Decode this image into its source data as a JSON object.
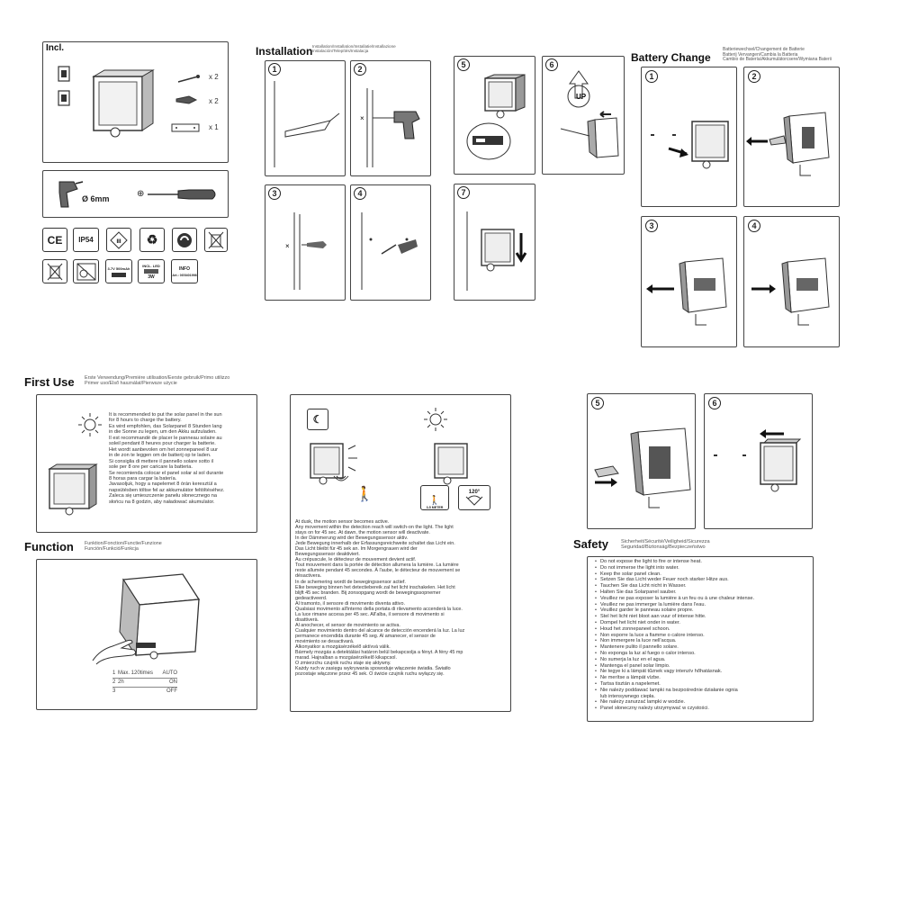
{
  "incl": {
    "title": "Incl.",
    "qty": [
      "x 2",
      "x 2",
      "x 1"
    ]
  },
  "tools": {
    "drill_size": "Ø 6mm"
  },
  "certs": {
    "row1": [
      "CE",
      "IP54",
      "III"
    ],
    "battery_label": "3.7V 500mAh",
    "incl_led_label": "INCL. LED",
    "incl_led_value": "3W",
    "info_label": "INFO",
    "info_value": "Art.: 0G5401998"
  },
  "installation": {
    "title": "Installation",
    "subtitle": "Installation/Installation/Installatie/Installazione\nInstalación/Telepítés/Instalacja",
    "steps": [
      "1",
      "2",
      "3",
      "4",
      "5",
      "6",
      "7"
    ],
    "up_label": "UP"
  },
  "battery": {
    "title": "Battery Change",
    "subtitle": "Batteriewechsel/Changement de Batterie\nBatterij Vervangen/Cambia la Batteria\nCambio de Batería/Akkumulátorcsere/Wymiana Baterii",
    "steps": [
      "1",
      "2",
      "3",
      "4",
      "5",
      "6"
    ]
  },
  "first_use": {
    "title": "First Use",
    "subtitle": "Erste Verwendung/Première utilisation/Eerste gebruik/Primo utilizzo\nPrimer uso/Első használat/Pierwsze użycie",
    "text": "It is recommended to put the solar panel in the sun\nfor 8 hours to charge the battery.\nEs wird empfohlen, das Solarpanel 8 Stunden lang\nin die Sonne zu legen, um den Akku aufzuladen.\nIl est recommandé de placer le panneau solaire au\nsoleil pendant 8 heures pour charger la batterie.\nHet wordt aanbevolen om het zonnepaneel 8 uur\nin de zon te leggen om de batterij op te laden.\nSi consiglia di mettere il pannello solare sotto il\nsole per 8 ore per caricare la batteria.\nSe recomienda colocar el panel solar al sol durante\n8 horas para cargar la batería.\nJavasoljuk, hogy a napelemet 8 órán keresztül a\nnapsütésben töltse fel az akkumulátor feltöltéséhez.\nZaleca się umieszczenie panelu słonecznego na\nsłońcu na 8 godzin, aby naładować akumulator."
  },
  "sensor": {
    "meter_label": "3-5 METER",
    "angle_label": "120°",
    "text": "At dusk, the motion sensor becomes active.\nAny movement within the detection reach will switch-on the light. The light\nstays on for 45 sec. At dawn, the motion sensor will deactivate.\nIn der Dämmerung wird der Bewegungssensor aktiv.\nJede Bewegung innerhalb der Erfassungsreichweite schaltet das Licht ein.\nDas Licht bleibt für 45 sek an. Im Morgengrauen wird der\nBewegungssensor deaktiviert.\nAu crépuscule, le détecteur de mouvement devient actif.\nTout mouvement dans la portée de détection allumera la lumière. La lumière\nreste allumée pendant 45 secondes. À l'aube, le détecteur de mouvement se\ndésactivera.\nIn de schemering wordt de bewegingssensor actief.\nElke beweging binnen het detectiebereik zal het licht inschakelen. Het licht\nblijft 45 sec branden. Bij zonsopgang wordt de bewegingssopnemer\ngedeactiveerd.\nAl tramonto, il sensore di movimento diventa attivo.\nQualsiasi movimento all'interno della portata di rilevamento accenderà la luce.\nLa luce rimane accesa per 45 sec. All'alba, il sensore di movimento si\ndisattiverà.\nAl anochecer, el sensor de movimiento se activa.\nCualquier movimiento dentro del alcance de detección encenderá la luz. La luz\npermanece encendida durante 45 seg. Al amanecer, el sensor de\nmovimiento se desactivará.\nAlkonyatkor a mozgásérzékelő aktívvá válik.\nBármely mozgás a detektálási határon belül bekapcsolja a fényt. A fény 45 mp\nmarad. Hajnalban a mozgásérzékelő kikapcsol.\nO zmierzchu czujnik ruchu staje się aktywny.\nKażdy ruch w zasięgu wykrywania spowoduje włączenie światła. Światło\npozostaje włączone przez 45 sek. O świcie czujnik ruchu wyłączy się."
  },
  "function": {
    "title": "Function",
    "subtitle": "Funktion/Fonction/Functie/Funzione\nFunción/Funkció/Funkcja",
    "rows": [
      {
        "n": "1",
        "mode": "Max. 120times",
        "state": "AUTO"
      },
      {
        "n": "2",
        "mode": "2h",
        "state": "ON"
      },
      {
        "n": "3",
        "mode": "",
        "state": "OFF"
      }
    ]
  },
  "safety": {
    "title": "Safety",
    "subtitle": "Sicherheit/Sécurité/Veiligheid/Sicurezza\nSeguridad/Biztonság/Bezpieczeństwo",
    "items": [
      "Do not expose the light to fire or intense heat.",
      "Do not immerse the light into water.",
      "Keep the solar panel clean.",
      "Setzen Sie das Licht weder Feuer noch starker Hitze aus.",
      "Tauchen Sie das Licht nicht in Wasser.",
      "Halten Sie das Solarpanel sauber.",
      "Veuillez ne pas exposer la lumière à un feu ou à une chaleur intense.",
      "Veuillez ne pas immerger la lumière dans l'eau.",
      "Veuillez garder le panneau solaire propre.",
      "Stel het licht niet bloot aan vuur of intense hitte.",
      "Dompel het licht niet onder in water.",
      "Houd het zonnepaneel schoon.",
      "Non esporre la luce a fiamme o calore intenso.",
      "Non immergere la luce nell'acqua.",
      "Mantenere pulito il pannello solare.",
      "No exponga la luz al fuego o calor intenso.",
      "No sumerja la luz en el agua.",
      "Mantenga el panel solar limpio.",
      "Ne tegye ki a lámpát tűznek vagy intenzív hőhatásnak.",
      "Ne merítse a lámpát vízbe.",
      "Tartsa tisztán a napelemet.",
      "Nie należy poddawać lampki na bezpośrednie działanie ognia\nlub intensywnego ciepła.",
      "Nie należy zanurzać lampki w wodzie.",
      "Panel słoneczny należy utrzymywać w czystości."
    ]
  }
}
